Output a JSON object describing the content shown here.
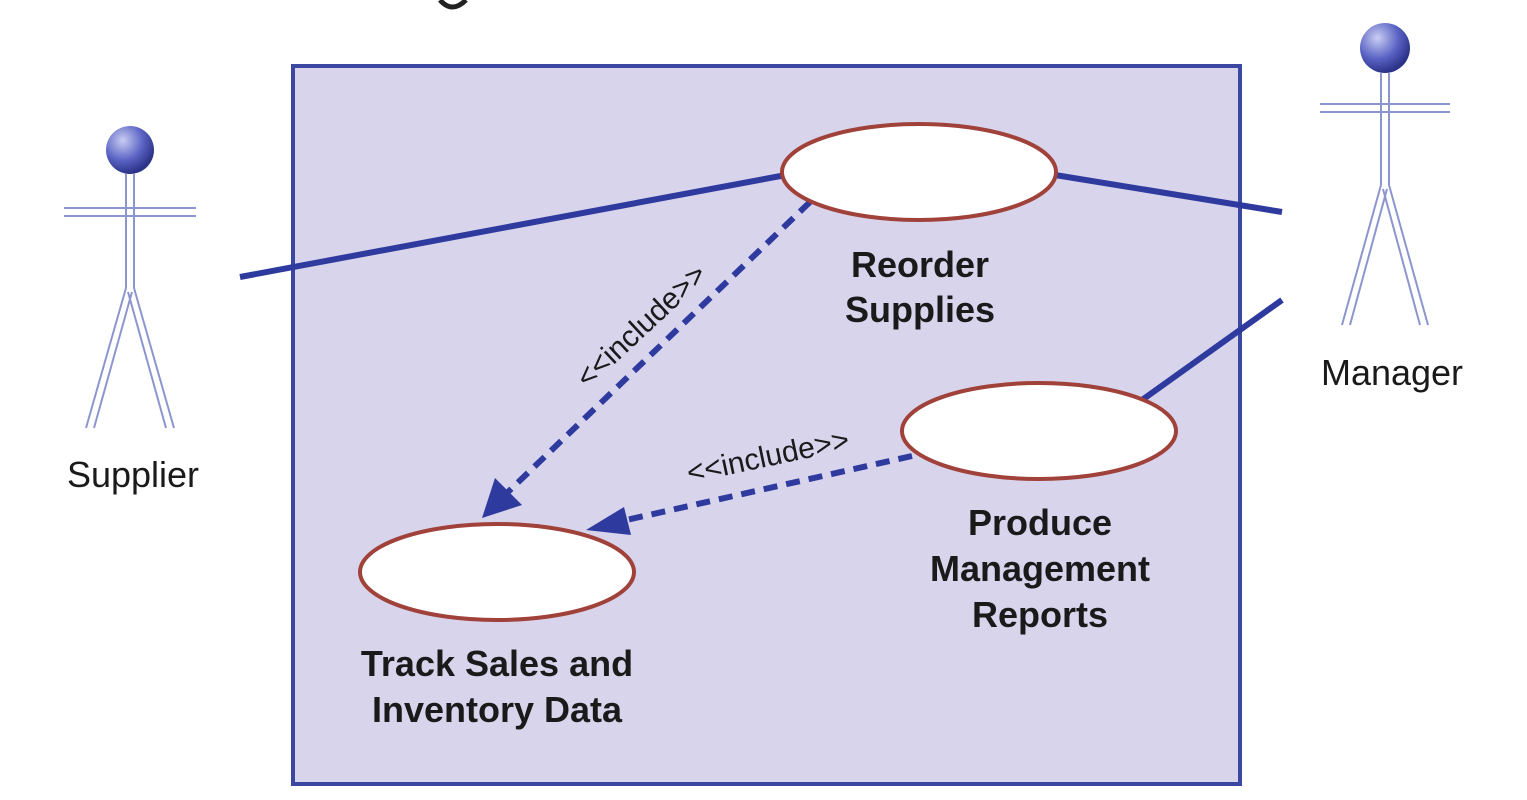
{
  "diagram": {
    "colors": {
      "system_fill": "#d7d4ec",
      "system_border": "#3b47a0",
      "line": "#2e3a9e",
      "use_case_fill": "#ffffff",
      "use_case_border": "#a0413a",
      "actor_head": "#4e57b8"
    },
    "actors": {
      "supplier": {
        "label": "Supplier"
      },
      "manager": {
        "label": "Manager"
      }
    },
    "use_cases": {
      "reorder": {
        "line1": "Reorder",
        "line2": "Supplies"
      },
      "produce": {
        "line1": "Produce",
        "line2": "Management",
        "line3": "Reports"
      },
      "track": {
        "line1": "Track Sales and",
        "line2": "Inventory Data"
      }
    },
    "relationships": {
      "include_1": "<<include>>",
      "include_2": "<<include>>"
    }
  }
}
